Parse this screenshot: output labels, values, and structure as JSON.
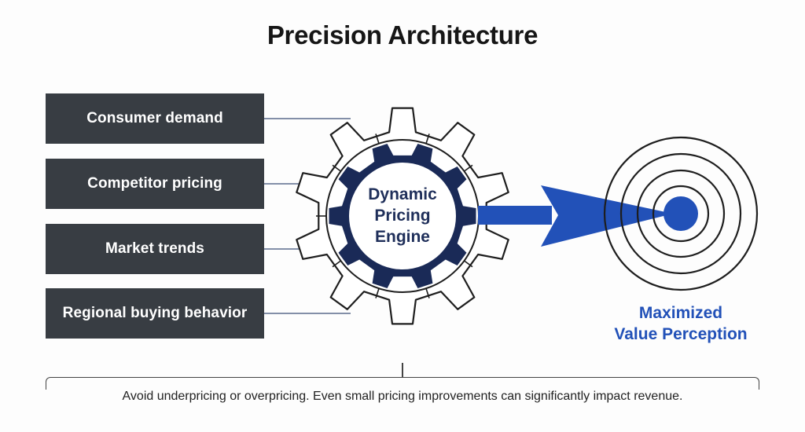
{
  "title": "Precision Architecture",
  "inputs": [
    {
      "label": "Consumer demand"
    },
    {
      "label": "Competitor pricing"
    },
    {
      "label": "Market trends"
    },
    {
      "label": "Regional buying behavior"
    }
  ],
  "engine": {
    "label": "Dynamic\nPricing\nEngine"
  },
  "target": {
    "label": "Maximized\nValue Perception"
  },
  "footer": {
    "text": "Avoid underpricing or overpricing. Even small pricing improvements can significantly impact revenue."
  },
  "colors": {
    "box_fill": "#383d43",
    "navy": "#1a2a57",
    "accent_blue": "#2251b8",
    "outline": "#1e1e1e"
  }
}
